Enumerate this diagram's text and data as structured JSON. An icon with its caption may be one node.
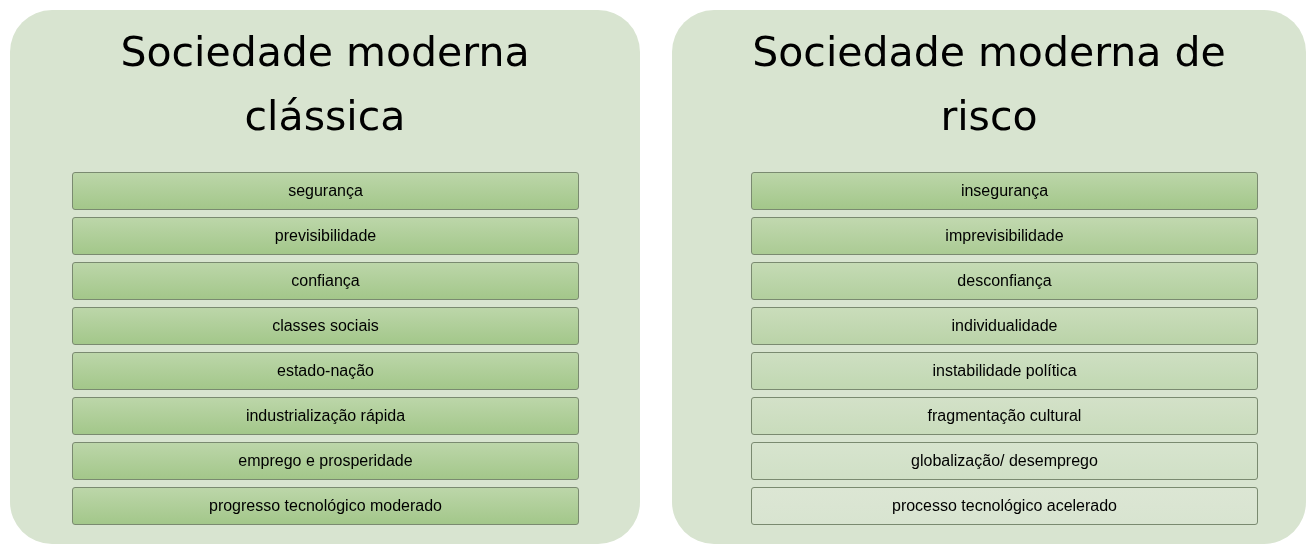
{
  "diagram": {
    "nodes": [
      {
        "text": [
          "Sociedade moderna clássica"
        ]
      },
      {
        "text": [
          "segurança"
        ],
        "in": 0
      },
      {
        "text": [
          "previsibilidade"
        ],
        "in": 0
      },
      {
        "text": [
          "confiança"
        ],
        "in": 0
      },
      {
        "text": [
          "classes sociais"
        ],
        "in": 0
      },
      {
        "text": [
          "estado-nação"
        ],
        "in": 0
      },
      {
        "text": [
          "industrialização rápida"
        ],
        "in": 0
      },
      {
        "text": [
          "emprego e prosperidade"
        ],
        "in": 0
      },
      {
        "text": [
          "progresso tecnológico moderado"
        ],
        "in": 0
      },
      {
        "text": [
          "Sociedade moderna de risco"
        ]
      },
      {
        "text": [
          "insegurança"
        ],
        "in": 9
      },
      {
        "text": [
          "imprevisibilidade"
        ],
        "in": 9
      },
      {
        "text": [
          "desconfiança"
        ],
        "in": 9
      },
      {
        "text": [
          "individualidade"
        ],
        "in": 9
      },
      {
        "text": [
          "instabilidade política"
        ],
        "in": 9
      },
      {
        "text": [
          "fragmentação cultural"
        ],
        "in": 9
      },
      {
        "text": [
          "globalização/ desemprego"
        ],
        "in": 9
      },
      {
        "text": [
          "processo tecnológico acelerado"
        ],
        "in": 9
      }
    ],
    "edges": []
  }
}
